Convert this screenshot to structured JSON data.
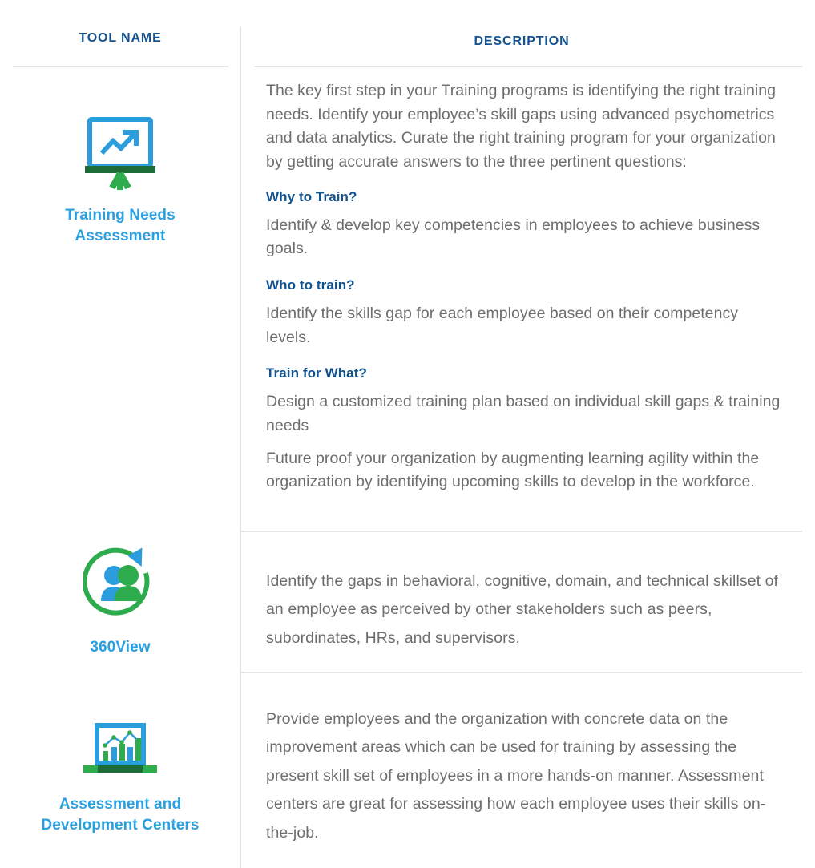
{
  "table": {
    "headers": {
      "tool_name": "TOOL NAME",
      "description": "DESCRIPTION"
    },
    "colors": {
      "header_navy": "#12528f",
      "tool_label_blue": "#29a1e0",
      "body_gray": "#6d6e70",
      "icon_blue": "#2b9cdc",
      "icon_green": "#2eac4d",
      "icon_dark_green": "#1d6b36",
      "rule_gray": "#e6e6e6"
    },
    "rows": [
      {
        "tool": {
          "label_line_1": "Training Needs",
          "label_line_2": "Assessment",
          "icon": "flipchart-growth-chart-icon"
        },
        "description": {
          "intro": "The key first step in your Training programs is identifying the right training needs. Identify your employee’s skill gaps using advanced psychometrics and data analytics. Curate the right training program for your organization by getting accurate answers to the three pertinent questions:",
          "questions": [
            {
              "heading": "Why to Train?",
              "body": "Identify & develop key competencies in employees to achieve business goals."
            },
            {
              "heading": "Who to train?",
              "body": "Identify the skills gap for each employee based on their competency levels."
            },
            {
              "heading": "Train for What?",
              "body": "Design a customized training plan based on individual skill gaps & training needs",
              "body_2": "Future proof your organization by augmenting learning agility within the organization by identifying upcoming skills to develop in the workforce."
            }
          ]
        }
      },
      {
        "tool": {
          "label_line_1": "360View",
          "label_line_2": "",
          "icon": "circular-arrow-two-people-icon"
        },
        "description": {
          "intro": "Identify the gaps in behavioral, cognitive, domain, and technical skillset of an employee as perceived by other stakeholders such as peers, subordinates, HRs, and supervisors."
        }
      },
      {
        "tool": {
          "label_line_1": "Assessment and",
          "label_line_2": "Development Centers",
          "icon": "laptop-bar-chart-icon"
        },
        "description": {
          "intro": "Provide employees and the organization with concrete data on the improvement areas which can be used for training by assessing the present skill set of employees in a more hands-on manner. Assessment centers are great for assessing how each employee uses their skills on-the-job."
        }
      }
    ]
  }
}
